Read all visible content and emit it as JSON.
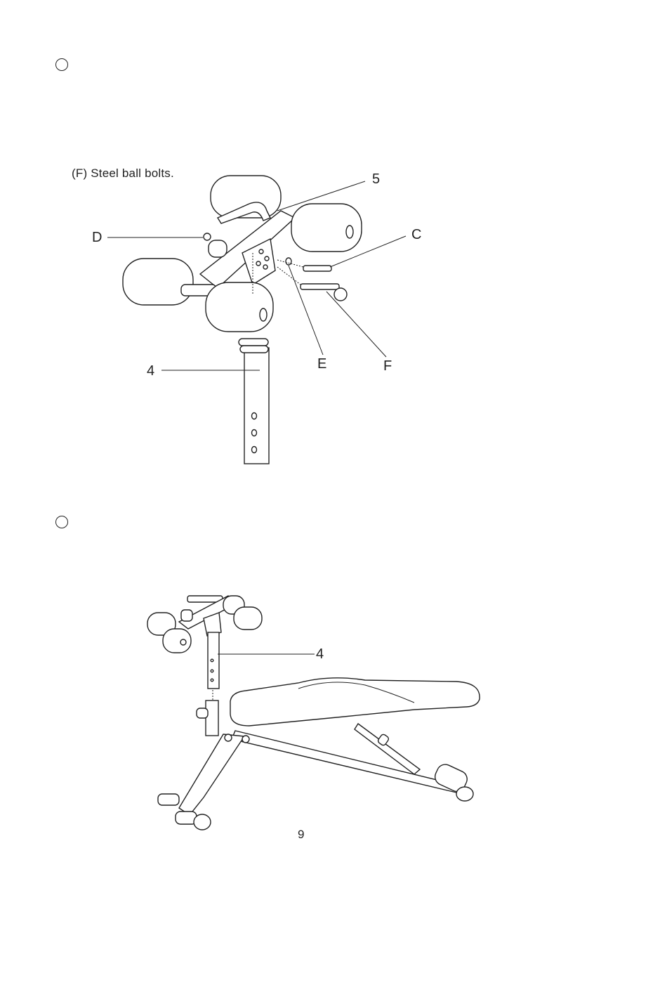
{
  "step1": {
    "caption": "(F) Steel ball bolts.",
    "labels": {
      "part5": "5",
      "D": "D",
      "C": "C",
      "E": "E",
      "F": "F",
      "part4": "4"
    }
  },
  "step2": {
    "labels": {
      "part4": "4"
    }
  },
  "page_number": "9"
}
